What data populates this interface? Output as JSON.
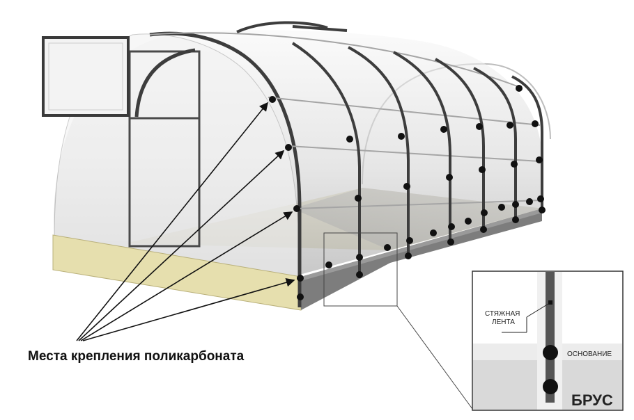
{
  "caption": "Места крепления поликарбоната",
  "inset": {
    "strap_label_line1": "СТЯЖНАЯ",
    "strap_label_line2": "ЛЕНТА",
    "base_label": "ОСНОВАНИЕ",
    "beam_label": "БРУС"
  },
  "colors": {
    "wood_beam": "#e6dfae",
    "frame": "#3a3a3a",
    "side_panel": "#7d7d7d",
    "inset_base": "#d9d9d9"
  }
}
